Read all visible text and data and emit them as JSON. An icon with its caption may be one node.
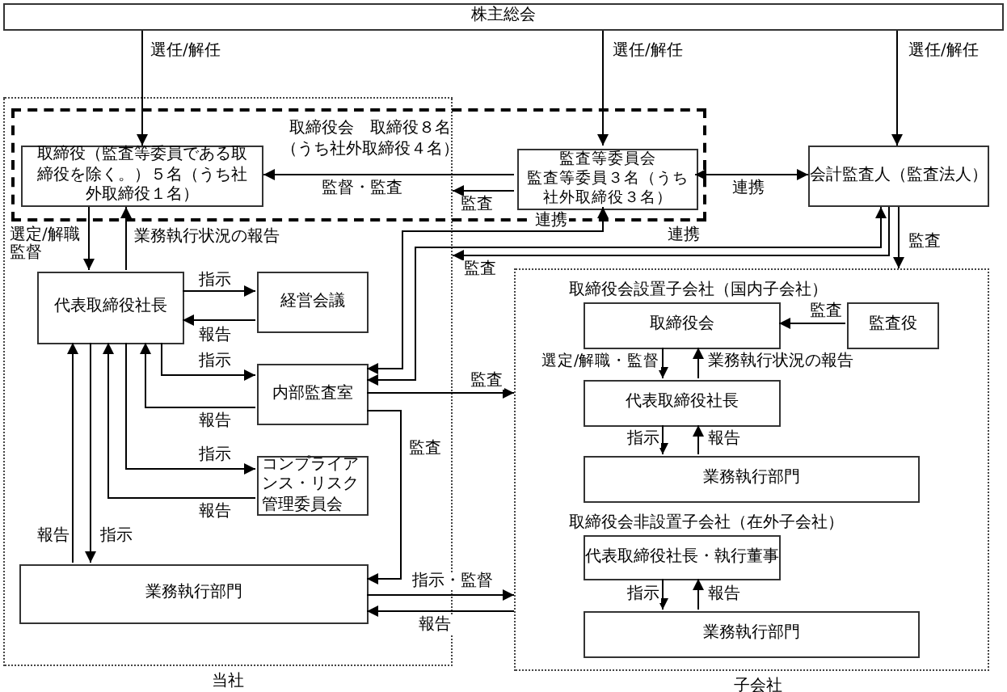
{
  "diagram": {
    "nodes": [
      {
        "text": [
          "株主総会"
        ]
      },
      {
        "text": [
          "当社"
        ]
      },
      {
        "text": [
          "取締役会　取締役８名（うち社外取締役４名）"
        ]
      },
      {
        "text": [
          "取締役（監査等委員である取締役を除く。）５名（うち社外取締役１名）"
        ]
      },
      {
        "text": [
          "監査等委員会",
          "監査等委員３名（うち社外取締役３名）"
        ],
        "in": 2
      },
      {
        "text": [
          "会計監査人（監査法人）"
        ]
      },
      {
        "text": [
          "代表取締役社長"
        ],
        "in": 1
      },
      {
        "text": [
          "経営会議"
        ],
        "in": 1
      },
      {
        "text": [
          "内部監査室"
        ],
        "in": 1
      },
      {
        "text": [
          "コンプライアンス・リスク管理委員会"
        ],
        "in": 1
      },
      {
        "text": [
          "業務執行部門"
        ],
        "in": 1
      },
      {
        "text": [
          "子会社"
        ]
      },
      {
        "text": [
          "取締役会"
        ],
        "in": 11
      },
      {
        "text": [
          "監査役"
        ],
        "in": 11
      },
      {
        "text": [
          "代表取締役社長"
        ],
        "in": 11
      },
      {
        "text": [
          "業務執行部門"
        ],
        "in": 11
      },
      {
        "text": [
          "代表取締役社長・執行董事"
        ],
        "in": 11
      },
      {
        "text": [
          "業務執行部門"
        ],
        "in": 11
      }
    ],
    "edges": [
      {
        "from": 0,
        "to": 3,
        "arrow": "to",
        "label": "選任/解任"
      },
      {
        "from": 0,
        "to": 4,
        "arrow": "to",
        "label": "選任/解任"
      },
      {
        "from": 0,
        "to": 5,
        "arrow": "to",
        "label": "選任/解任"
      },
      {
        "from": 4,
        "to": 3,
        "arrow": "to",
        "label": "監督・監査"
      },
      {
        "from": 4,
        "to": 1,
        "arrow": "to",
        "label": "監査"
      },
      {
        "from": 4,
        "to": 5,
        "arrow": "both",
        "label": "連携"
      },
      {
        "from": 8,
        "to": 4,
        "arrow": "both",
        "label": "連携"
      },
      {
        "from": 8,
        "to": 5,
        "arrow": "both",
        "label": "連携"
      },
      {
        "from": 5,
        "to": 11,
        "arrow": "to",
        "label": "監査"
      },
      {
        "from": 5,
        "to": 1,
        "arrow": "to",
        "label": "監査"
      },
      {
        "from": 3,
        "to": 6,
        "arrow": "to",
        "label": "選定/解職監督"
      },
      {
        "from": 6,
        "to": 3,
        "arrow": "to",
        "label": "業務執行状況の報告"
      },
      {
        "from": 6,
        "to": 7,
        "arrow": "to",
        "label": "指示"
      },
      {
        "from": 7,
        "to": 6,
        "arrow": "to",
        "label": "報告"
      },
      {
        "from": 6,
        "to": 8,
        "arrow": "to",
        "label": "指示"
      },
      {
        "from": 8,
        "to": 6,
        "arrow": "to",
        "label": "報告"
      },
      {
        "from": 6,
        "to": 9,
        "arrow": "to",
        "label": "指示"
      },
      {
        "from": 9,
        "to": 6,
        "arrow": "to",
        "label": "報告"
      },
      {
        "from": 6,
        "to": 10,
        "arrow": "to",
        "label": "指示"
      },
      {
        "from": 10,
        "to": 6,
        "arrow": "to",
        "label": "報告"
      },
      {
        "from": 8,
        "to": 10,
        "arrow": "to",
        "label": "監査"
      },
      {
        "from": 8,
        "to": 11,
        "arrow": "to",
        "label": "監査"
      },
      {
        "from": 10,
        "to": 11,
        "arrow": "to",
        "label": "指示・監督"
      },
      {
        "from": 11,
        "to": 10,
        "arrow": "to",
        "label": "報告"
      },
      {
        "from": 13,
        "to": 12,
        "arrow": "to",
        "label": "監査"
      },
      {
        "from": 12,
        "to": 14,
        "arrow": "to",
        "label": "選定/解職・監督"
      },
      {
        "from": 14,
        "to": 12,
        "arrow": "to",
        "label": "業務執行状況の報告"
      },
      {
        "from": 14,
        "to": 15,
        "arrow": "to",
        "label": "指示"
      },
      {
        "from": 15,
        "to": 14,
        "arrow": "to",
        "label": "報告"
      },
      {
        "from": 16,
        "to": 17,
        "arrow": "to",
        "label": "指示"
      },
      {
        "from": 17,
        "to": 16,
        "arrow": "to",
        "label": "報告"
      }
    ],
    "labels": [
      "取締役会設置子会社（国内子会社）",
      "取締役会非設置子会社（在外子会社）"
    ]
  }
}
